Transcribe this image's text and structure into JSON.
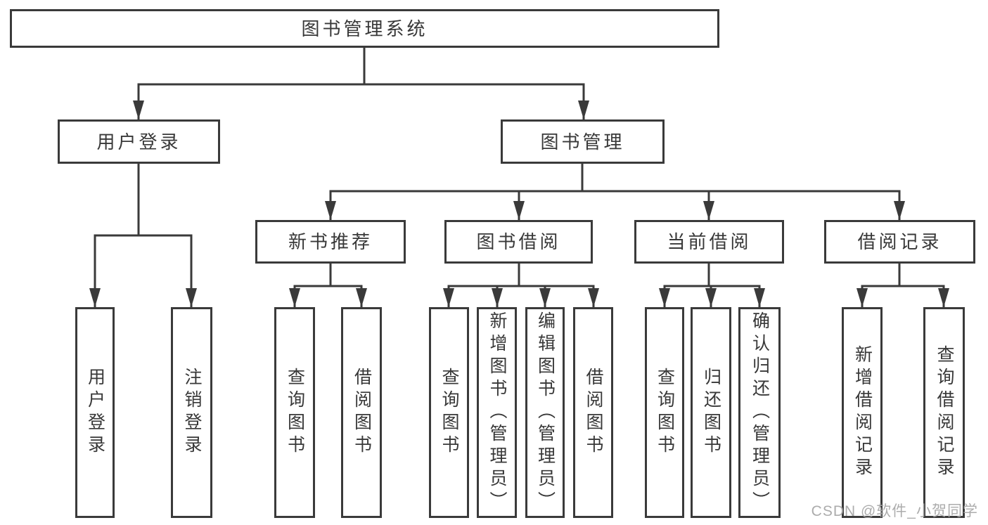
{
  "diagram_title": "图书管理系统",
  "tree": {
    "label": "图书管理系统",
    "children": [
      {
        "label": "用户登录",
        "children": [
          {
            "label": "用户登录"
          },
          {
            "label": "注销登录"
          }
        ]
      },
      {
        "label": "图书管理",
        "children": [
          {
            "label": "新书推荐",
            "children": [
              {
                "label": "查询图书"
              },
              {
                "label": "借阅图书"
              }
            ]
          },
          {
            "label": "图书借阅",
            "children": [
              {
                "label": "查询图书"
              },
              {
                "label": "新增图书（管理员）"
              },
              {
                "label": "编辑图书（管理员）"
              },
              {
                "label": "借阅图书"
              }
            ]
          },
          {
            "label": "当前借阅",
            "children": [
              {
                "label": "查询图书"
              },
              {
                "label": "归还图书"
              },
              {
                "label": "确认归还（管理员）"
              }
            ]
          },
          {
            "label": "借阅记录",
            "children": [
              {
                "label": "新增借阅记录"
              },
              {
                "label": "查询借阅记录"
              }
            ]
          }
        ]
      }
    ]
  },
  "watermark": {
    "text": "CSDN @软件_小贺同学"
  },
  "colors": {
    "line": "#3a3a3a",
    "text": "#383838",
    "box_background": "#ffffff",
    "page_background": "#ffffff",
    "watermark": "#a5a5a5"
  }
}
